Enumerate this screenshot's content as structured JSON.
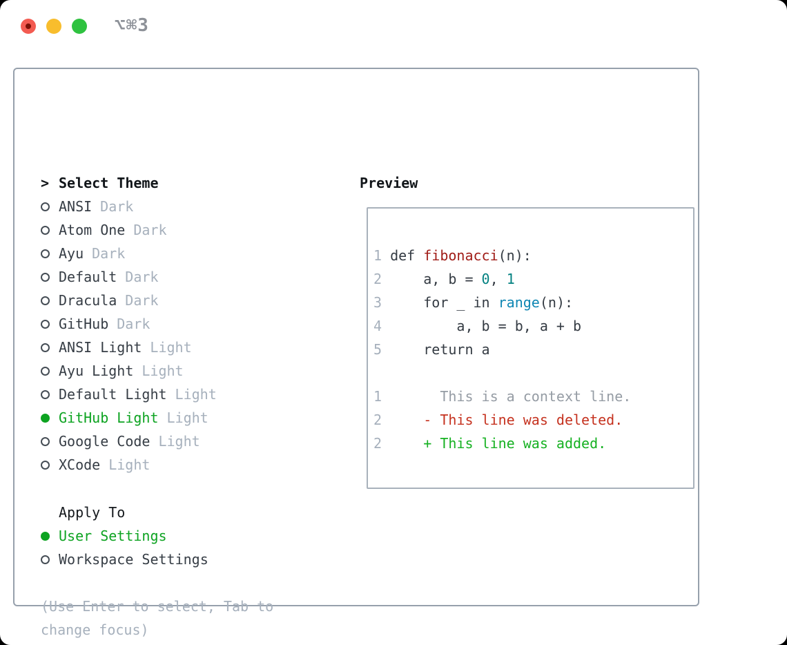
{
  "window": {
    "title_shortcut": "⌥⌘3"
  },
  "theme_panel": {
    "header": {
      "marker": ">",
      "label": "Select Theme"
    },
    "themes": [
      {
        "name": "ANSI",
        "variant": "Dark",
        "selected": false
      },
      {
        "name": "Atom One",
        "variant": "Dark",
        "selected": false
      },
      {
        "name": "Ayu",
        "variant": "Dark",
        "selected": false
      },
      {
        "name": "Default",
        "variant": "Dark",
        "selected": false
      },
      {
        "name": "Dracula",
        "variant": "Dark",
        "selected": false
      },
      {
        "name": "GitHub",
        "variant": "Dark",
        "selected": false
      },
      {
        "name": "ANSI Light",
        "variant": "Light",
        "selected": false
      },
      {
        "name": "Ayu Light",
        "variant": "Light",
        "selected": false
      },
      {
        "name": "Default Light",
        "variant": "Light",
        "selected": false
      },
      {
        "name": "GitHub Light",
        "variant": "Light",
        "selected": true
      },
      {
        "name": "Google Code",
        "variant": "Light",
        "selected": false
      },
      {
        "name": "XCode",
        "variant": "Light",
        "selected": false
      }
    ],
    "apply_to": {
      "label": "Apply To",
      "options": [
        {
          "name": "User Settings",
          "selected": true
        },
        {
          "name": "Workspace Settings",
          "selected": false
        }
      ]
    },
    "hint": "(Use Enter to select, Tab to change focus)"
  },
  "preview": {
    "title": "Preview",
    "code_lines": [
      {
        "num": "1",
        "tokens": [
          {
            "c": "code",
            "t": "def "
          },
          {
            "c": "func",
            "t": "fibonacci"
          },
          {
            "c": "code",
            "t": "(n):"
          }
        ]
      },
      {
        "num": "2",
        "tokens": [
          {
            "c": "code",
            "t": "    a, b = "
          },
          {
            "c": "num",
            "t": "0"
          },
          {
            "c": "code",
            "t": ", "
          },
          {
            "c": "num",
            "t": "1"
          }
        ]
      },
      {
        "num": "3",
        "tokens": [
          {
            "c": "code",
            "t": "    for _ in "
          },
          {
            "c": "builtin",
            "t": "range"
          },
          {
            "c": "code",
            "t": "(n):"
          }
        ]
      },
      {
        "num": "4",
        "tokens": [
          {
            "c": "code",
            "t": "        a, b = b, a + b"
          }
        ]
      },
      {
        "num": "5",
        "tokens": [
          {
            "c": "code",
            "t": "    return a"
          }
        ]
      },
      {
        "num": "",
        "tokens": []
      },
      {
        "num": "1",
        "tokens": [
          {
            "c": "context",
            "t": "      This is a context line."
          }
        ]
      },
      {
        "num": "2",
        "tokens": [
          {
            "c": "deletion",
            "t": "    - This line was deleted."
          }
        ]
      },
      {
        "num": "2",
        "tokens": [
          {
            "c": "addition",
            "t": "    + This line was added."
          }
        ]
      }
    ]
  },
  "colors": {
    "accent_green": "#0da321",
    "addition_green": "#16b122",
    "deletion_red": "#c5321f",
    "function_red": "#a01c17",
    "number_teal": "#008080",
    "builtin_blue": "#0e86b3",
    "muted_gray": "#a6b0bc",
    "context_gray": "#959ca4",
    "text_dark": "#363d45",
    "panel_border": "#96a0ac",
    "traffic_red": "#f35b51",
    "traffic_yellow": "#f8bd2d",
    "traffic_green": "#2fc240"
  }
}
